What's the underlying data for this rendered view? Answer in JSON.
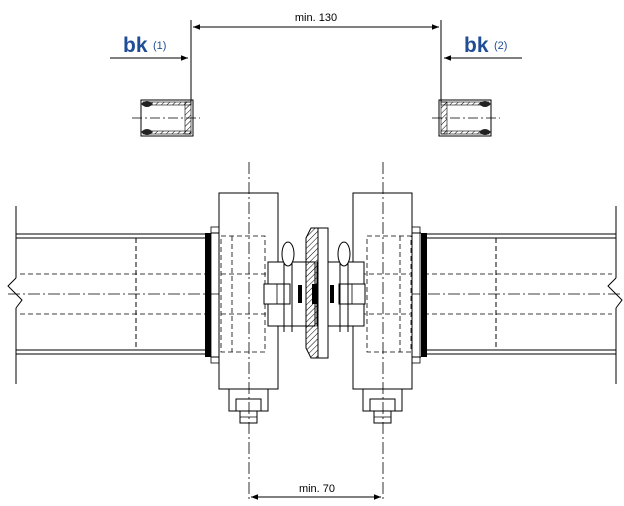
{
  "dimensions": {
    "top": "min. 130",
    "bottom": "min. 70"
  },
  "labels": {
    "left_mark": "bk",
    "left_sub": "(1)",
    "right_mark": "bk",
    "right_sub": "(2)"
  },
  "colors": {
    "label": "#1f4e96",
    "line": "#000000"
  }
}
